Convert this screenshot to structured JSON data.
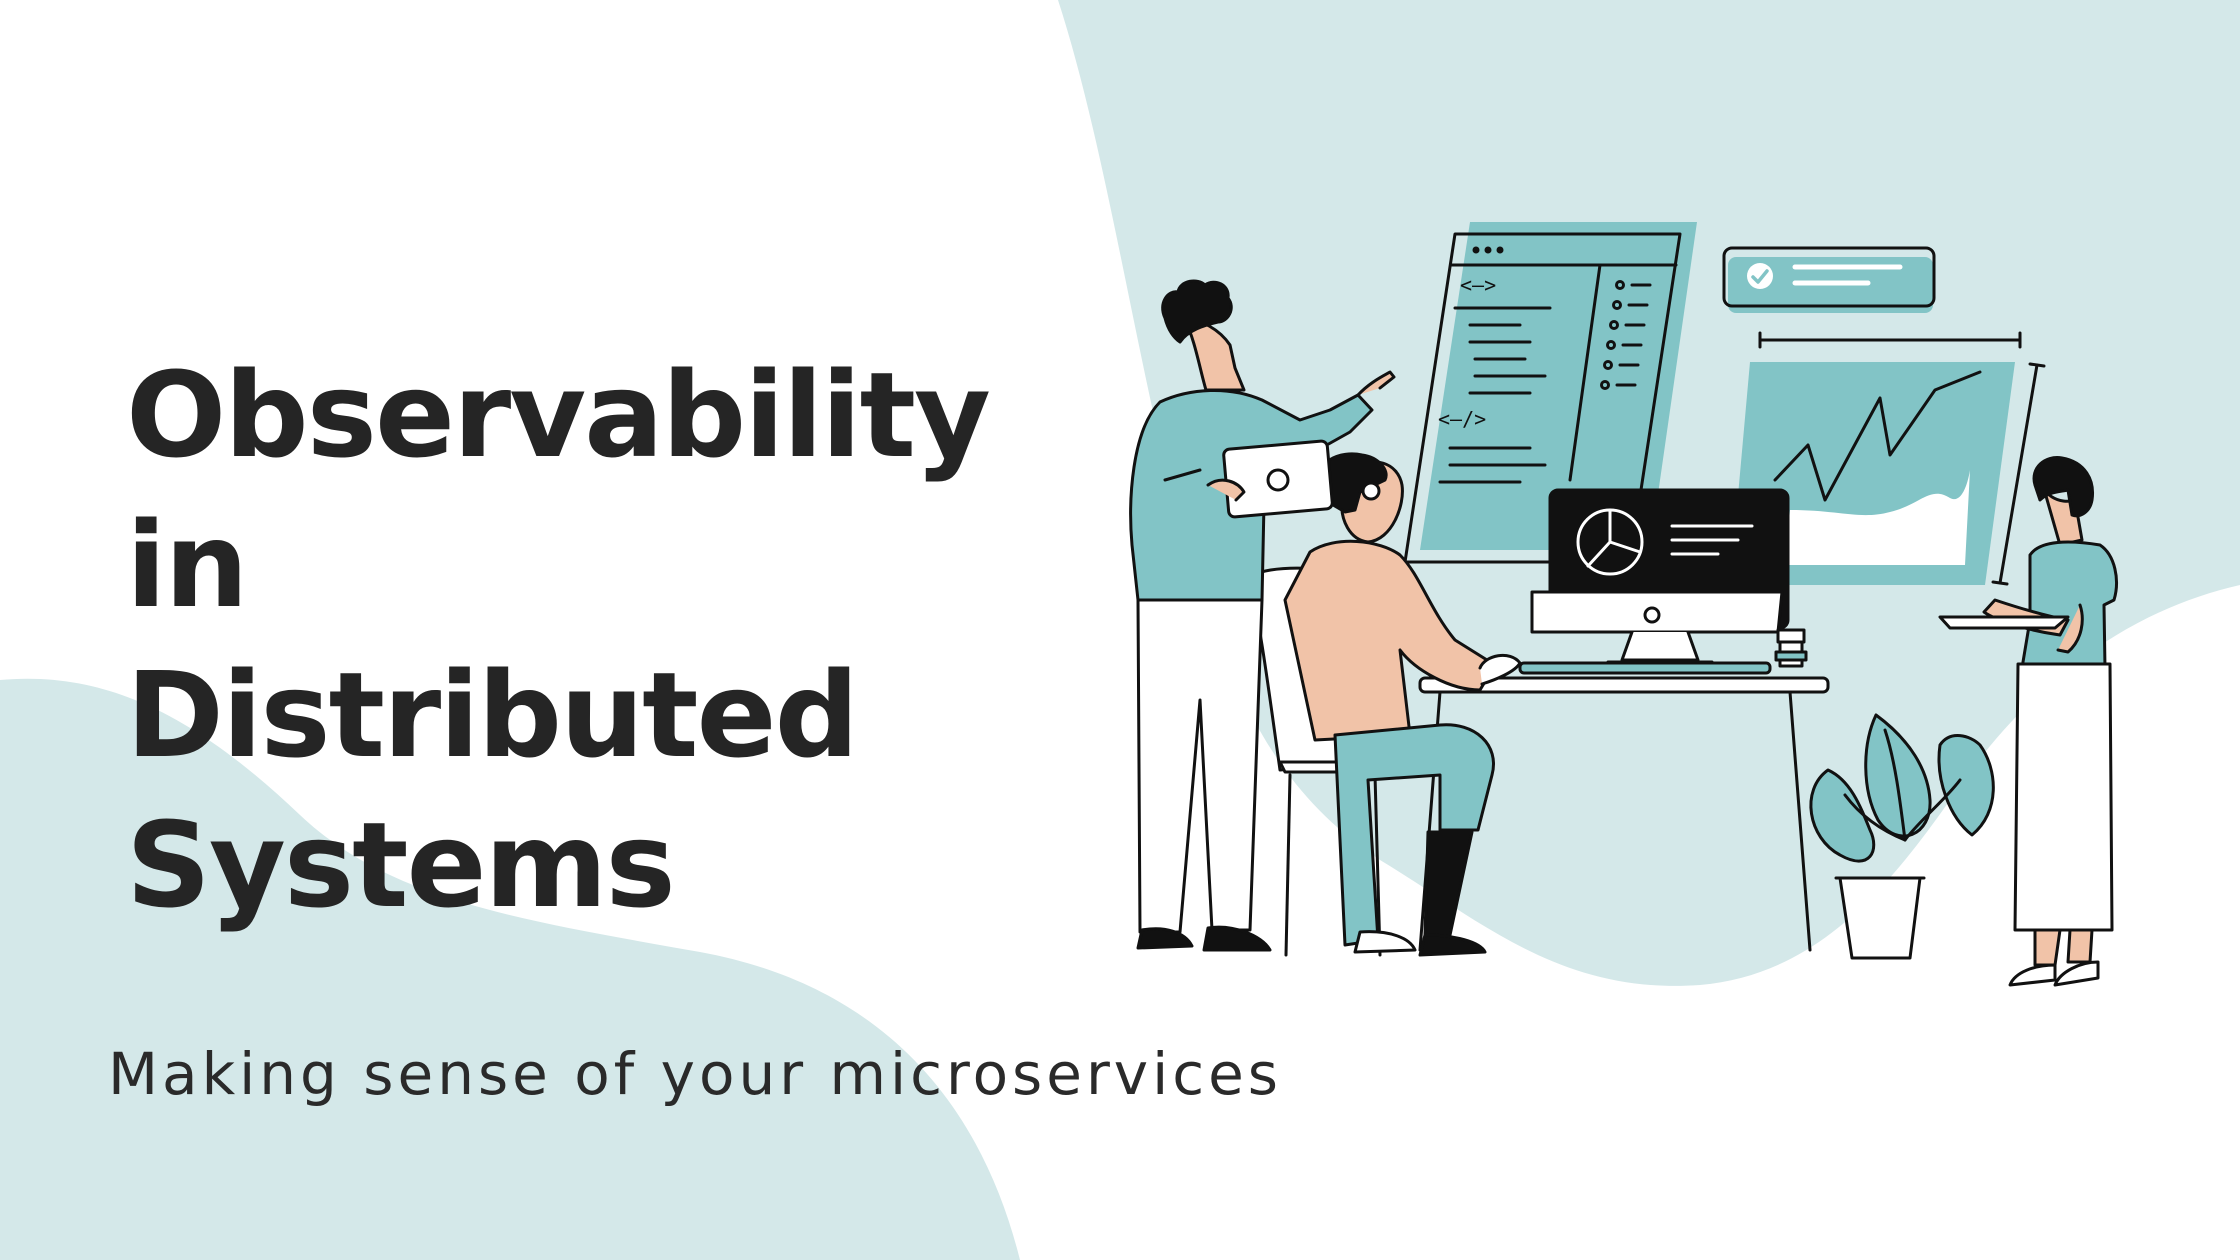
{
  "title_lines": [
    "Observability",
    "in",
    "Distributed",
    "Systems"
  ],
  "subtitle": "Making sense of your microservices",
  "colors": {
    "accent": "#82c4c6",
    "blob": "#d4e8e9",
    "ink": "#111111",
    "skin": "#f1c3a8",
    "text": "#252525",
    "background": "#ffffff"
  },
  "illustration": {
    "code_open_tag": "<—>",
    "code_close_tag": "<—/>",
    "icons": [
      "browser-dots-icon",
      "check-circle-icon",
      "pie-chart-icon",
      "line-chart-icon"
    ]
  }
}
